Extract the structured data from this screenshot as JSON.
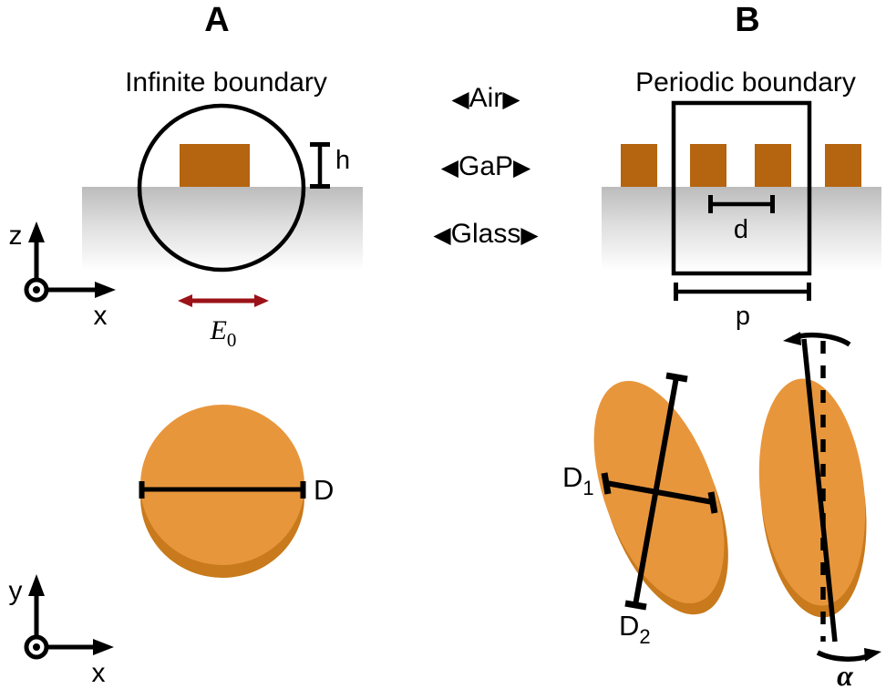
{
  "figure": {
    "type": "schematic-diagram",
    "panels": [
      {
        "id": "A",
        "letter": "A",
        "boundary_label": "Infinite boundary",
        "cross_section": {
          "substrate_label": "Glass",
          "pillar_label": "GaP",
          "ambient_label": "Air",
          "height_label": "h",
          "field_label": "E",
          "field_subscript": "0"
        },
        "top_view": {
          "diameter_label": "D"
        },
        "axes_side": {
          "vertical": "z",
          "horizontal": "x",
          "origin_icon": "out-of-page-axis-icon"
        },
        "axes_top": {
          "vertical": "y",
          "horizontal": "x",
          "origin_icon": "out-of-page-axis-icon"
        }
      },
      {
        "id": "B",
        "letter": "B",
        "boundary_label": "Periodic boundary",
        "cross_section": {
          "diameter_label": "d",
          "pitch_label": "p"
        },
        "top_view": {
          "axis1_label": "D",
          "axis1_subscript": "1",
          "axis2_label": "D",
          "axis2_subscript": "2",
          "angle_label": "α"
        }
      }
    ],
    "material_stack": [
      {
        "name": "Air",
        "label": "Air",
        "left_arrow": "◀",
        "right_arrow": "▶"
      },
      {
        "name": "GaP",
        "label": "GaP",
        "left_arrow": "◀",
        "right_arrow": "▶"
      },
      {
        "name": "Glass",
        "label": "Glass",
        "left_arrow": "◀",
        "right_arrow": "▶"
      }
    ],
    "colors": {
      "pillar_gap": "#B5640F",
      "disk_face": "#E8963C",
      "disk_side": "#C87A1C",
      "substrate_top": "#BDBDBD",
      "substrate_bottom": "#FFFFFF",
      "field_arrow": "#9B1218",
      "stroke": "#000000"
    }
  }
}
